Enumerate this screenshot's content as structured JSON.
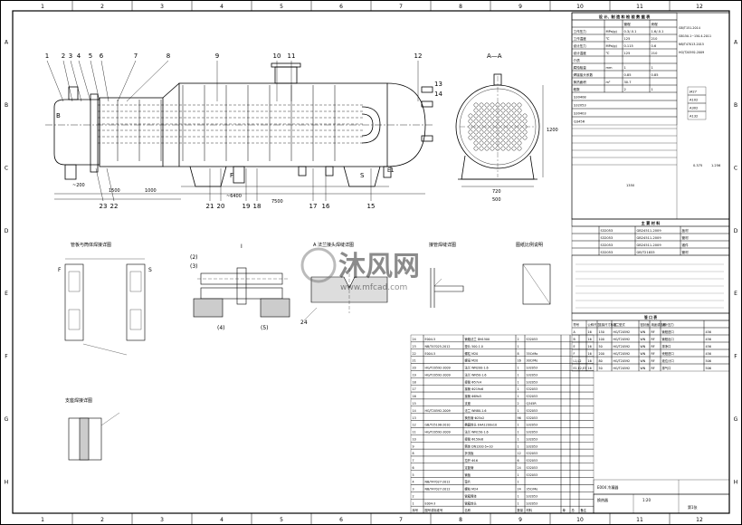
{
  "sheet": {
    "col_labels": [
      "1",
      "2",
      "3",
      "4",
      "5",
      "6",
      "7",
      "8",
      "9",
      "10",
      "11",
      "12"
    ],
    "row_labels": [
      "A",
      "B",
      "C",
      "D",
      "E",
      "F",
      "G",
      "H"
    ],
    "watermark_cn": "沐风网",
    "watermark_url": "www.mfcad.com"
  },
  "main_view": {
    "part_numbers_top": [
      "1",
      "2",
      "3",
      "4",
      "5",
      "6",
      "7",
      "8",
      "9",
      "10",
      "11",
      "12"
    ],
    "part_numbers_right": [
      "13",
      "14"
    ],
    "part_numbers_bottom": [
      "23",
      "22",
      "21",
      "20",
      "19",
      "18",
      "17",
      "16",
      "15"
    ],
    "nozzle_marks": [
      "B",
      "F",
      "S",
      "E1"
    ],
    "dims": [
      "1500",
      "1000",
      "~6400",
      "7500",
      "~200"
    ]
  },
  "section_view": {
    "label": "A—A",
    "dims": [
      "720",
      "500",
      "1200"
    ]
  },
  "details": {
    "d1_title": "管板与筒体焊接详图",
    "d1_marks": [
      "F",
      "S"
    ],
    "d2_title": "I",
    "d2_marks": [
      "(2)",
      "(3)",
      "(4)",
      "(5)"
    ],
    "d3_title": "A 法兰接头焊缝详图",
    "d3_marks": [
      "24"
    ],
    "d4_title": "接管焊缝详图",
    "d5_title": "图纸比例说明",
    "d6_title": "支座焊接详图"
  },
  "tech_table": {
    "title": "设 计、制 造 和 检 验 数 据 表",
    "header": [
      "",
      "",
      "管程",
      "壳程"
    ],
    "rows": [
      [
        "工作压力",
        "MPa(g)",
        "0.3/-0.1",
        "1.6/-0.1"
      ],
      [
        "工作温度",
        "℃",
        "125",
        "210"
      ],
      [
        "设计压力",
        "MPa(g)",
        "0.115",
        "0.6"
      ],
      [
        "设计温度",
        "℃",
        "125",
        "210"
      ],
      [
        "介质",
        "",
        "",
        ""
      ],
      [
        "腐蚀裕量",
        "mm",
        "1",
        "1"
      ],
      [
        "焊接接头系数",
        "",
        "0.85",
        "0.85"
      ],
      [
        "换热面积",
        "m²",
        "30.7",
        ""
      ],
      [
        "程数",
        "",
        "2",
        "1"
      ]
    ],
    "materials": [
      "S30408",
      "S32053",
      "S30403",
      "Q345R"
    ],
    "std_lines": [
      "GB/T151-2014",
      "GB150.1~150.4-2011",
      "NB/T47013-2015",
      "HG/T20592-2009"
    ],
    "side_codes": [
      "J427",
      "A102",
      "A302",
      "A132"
    ],
    "values_right": [
      "0.375",
      "1.256"
    ],
    "overall_mass": "1350"
  },
  "material_table": {
    "title": "主 要 材 料",
    "rows": [
      [
        "S32053",
        "GB24511-2009",
        "板材"
      ],
      [
        "S32053",
        "GB24511-2009",
        "管材"
      ],
      [
        "S32053",
        "GB24511-2009",
        "锻件"
      ],
      [
        "S32053",
        "GB/T21833",
        "管材"
      ]
    ]
  },
  "nozzle_table": {
    "title": "管 口 表",
    "header": [
      "符号",
      "公称尺寸",
      "连接尺寸标准",
      "法兰型式",
      "密封面",
      "用途或名称",
      "设计压力"
    ],
    "rows": [
      [
        "A",
        "16",
        "150",
        "HG/T20592",
        "WN",
        "RF",
        "管程进口",
        "456"
      ],
      [
        "B",
        "16",
        "100",
        "HG/T20592",
        "WN",
        "RF",
        "管程出口",
        "456"
      ],
      [
        "E",
        "16",
        "50",
        "HG/T20592",
        "WN",
        "RF",
        "排净口",
        "456"
      ],
      [
        "F",
        "16",
        "200",
        "HG/T20592",
        "WN",
        "RF",
        "壳程进口",
        "456"
      ],
      [
        "L1,L2",
        "16",
        "80",
        "HG/T20592",
        "WN",
        "RF",
        "液位计口",
        "506"
      ],
      [
        "E1,E2,E3",
        "16",
        "50",
        "HG/T20592",
        "WN",
        "RF",
        "排气口",
        "506"
      ]
    ]
  },
  "parts_list": {
    "rows": [
      [
        "24",
        "E004-5",
        "管箱法兰 DN1500",
        "2",
        "S32053",
        "",
        "",
        ""
      ],
      [
        "23",
        "NB/T47025-2012",
        "垫片 500-1.0",
        "1",
        "",
        "",
        "",
        ""
      ],
      [
        "22",
        "E004-5",
        "螺柱 M20",
        "8",
        "35CrMo",
        "",
        "",
        ""
      ],
      [
        "21",
        "",
        "螺母 M20",
        "16",
        "30CrMo",
        "",
        "",
        ""
      ],
      [
        "20",
        "HG/T20592-2009",
        "法兰 WN200-1.6",
        "1",
        "S32053",
        "",
        "",
        ""
      ],
      [
        "19",
        "HG/T20592-2009",
        "法兰 WN50-1.6",
        "1",
        "S32053",
        "",
        "",
        ""
      ],
      [
        "18",
        "",
        "接管 Φ57x4",
        "1",
        "S32053",
        "",
        "",
        ""
      ],
      [
        "17",
        "",
        "接管 Φ219x6",
        "1",
        "S32053",
        "",
        "",
        ""
      ],
      [
        "16",
        "",
        "接管 Φ89x5",
        "1",
        "S32053",
        "",
        "",
        ""
      ],
      [
        "15",
        "",
        "支座",
        "2",
        "Q345R",
        "",
        "",
        ""
      ],
      [
        "14",
        "HG/T20592-2009",
        "法兰 WN80-1.6",
        "1",
        "S32053",
        "",
        "",
        ""
      ],
      [
        "13",
        "",
        "换热管 Φ25x2",
        "96",
        "S32053",
        "",
        "",
        ""
      ],
      [
        "12",
        "GB/T25198-2010",
        "椭圆封头 EHA1200x10",
        "1",
        "S32053",
        "",
        "",
        ""
      ],
      [
        "11",
        "HG/T20592-2009",
        "法兰 WN150-1.6",
        "1",
        "S32053",
        "",
        "",
        ""
      ],
      [
        "10",
        "",
        "接管 Φ159x6",
        "1",
        "S32053",
        "",
        "",
        ""
      ],
      [
        "9",
        "",
        "筒体 DN1200 δ=10",
        "1",
        "S32053",
        "",
        "",
        ""
      ],
      [
        "8",
        "",
        "折流板",
        "12",
        "S32053",
        "",
        "",
        ""
      ],
      [
        "7",
        "",
        "拉杆 Φ16",
        "6",
        "S32053",
        "",
        "",
        ""
      ],
      [
        "6",
        "",
        "定距管",
        "24",
        "S32053",
        "",
        "",
        ""
      ],
      [
        "5",
        "",
        "管板",
        "1",
        "S32053",
        "",
        "",
        ""
      ],
      [
        "4",
        "NB/T47027-2012",
        "垫片",
        "1",
        "",
        "",
        "",
        ""
      ],
      [
        "3",
        "NB/T47027-2012",
        "螺柱 M24",
        "24",
        "35CrMo",
        "",
        "",
        ""
      ],
      [
        "2",
        "",
        "管箱筒体",
        "1",
        "S32053",
        "",
        "",
        ""
      ],
      [
        "1",
        "E004-3",
        "管箱封头",
        "1",
        "S32053",
        "",
        "",
        ""
      ]
    ],
    "footer": [
      "序号",
      "图号或标准号",
      "名称",
      "数量",
      "材料",
      "单",
      "总",
      "备注"
    ]
  },
  "title_block": {
    "project": "E004 冷凝器",
    "drawing": "换热器",
    "scale": "1:20",
    "sheet": "第1张"
  }
}
